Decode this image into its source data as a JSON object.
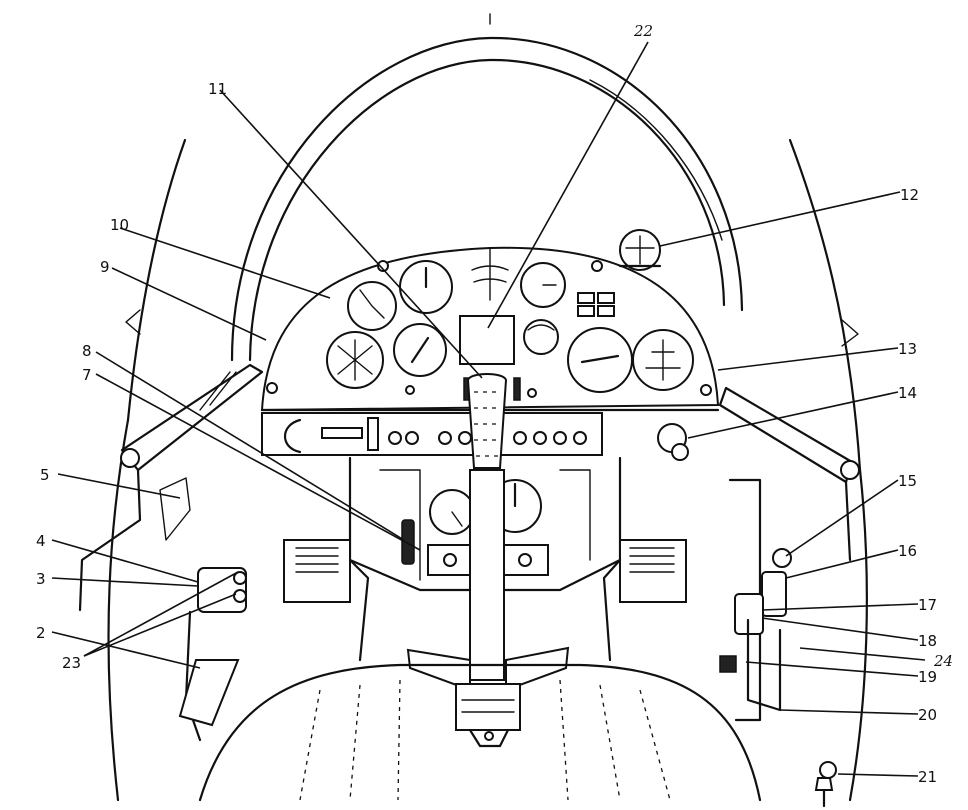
{
  "callouts": [
    {
      "id": "c2",
      "text": "2"
    },
    {
      "id": "c3",
      "text": "3"
    },
    {
      "id": "c4",
      "text": "4"
    },
    {
      "id": "c5",
      "text": "5"
    },
    {
      "id": "c7",
      "text": "7"
    },
    {
      "id": "c8",
      "text": "8"
    },
    {
      "id": "c9",
      "text": "9"
    },
    {
      "id": "c10",
      "text": "10"
    },
    {
      "id": "c11",
      "text": "11"
    },
    {
      "id": "c12",
      "text": "12"
    },
    {
      "id": "c13",
      "text": "13"
    },
    {
      "id": "c14",
      "text": "14"
    },
    {
      "id": "c15",
      "text": "15"
    },
    {
      "id": "c16",
      "text": "16"
    },
    {
      "id": "c17",
      "text": "17"
    },
    {
      "id": "c18",
      "text": "18"
    },
    {
      "id": "c19",
      "text": "19"
    },
    {
      "id": "c20",
      "text": "20"
    },
    {
      "id": "c21",
      "text": "21"
    },
    {
      "id": "c22",
      "text": "22"
    },
    {
      "id": "c23",
      "text": "23"
    },
    {
      "id": "c24",
      "text": "24"
    }
  ]
}
